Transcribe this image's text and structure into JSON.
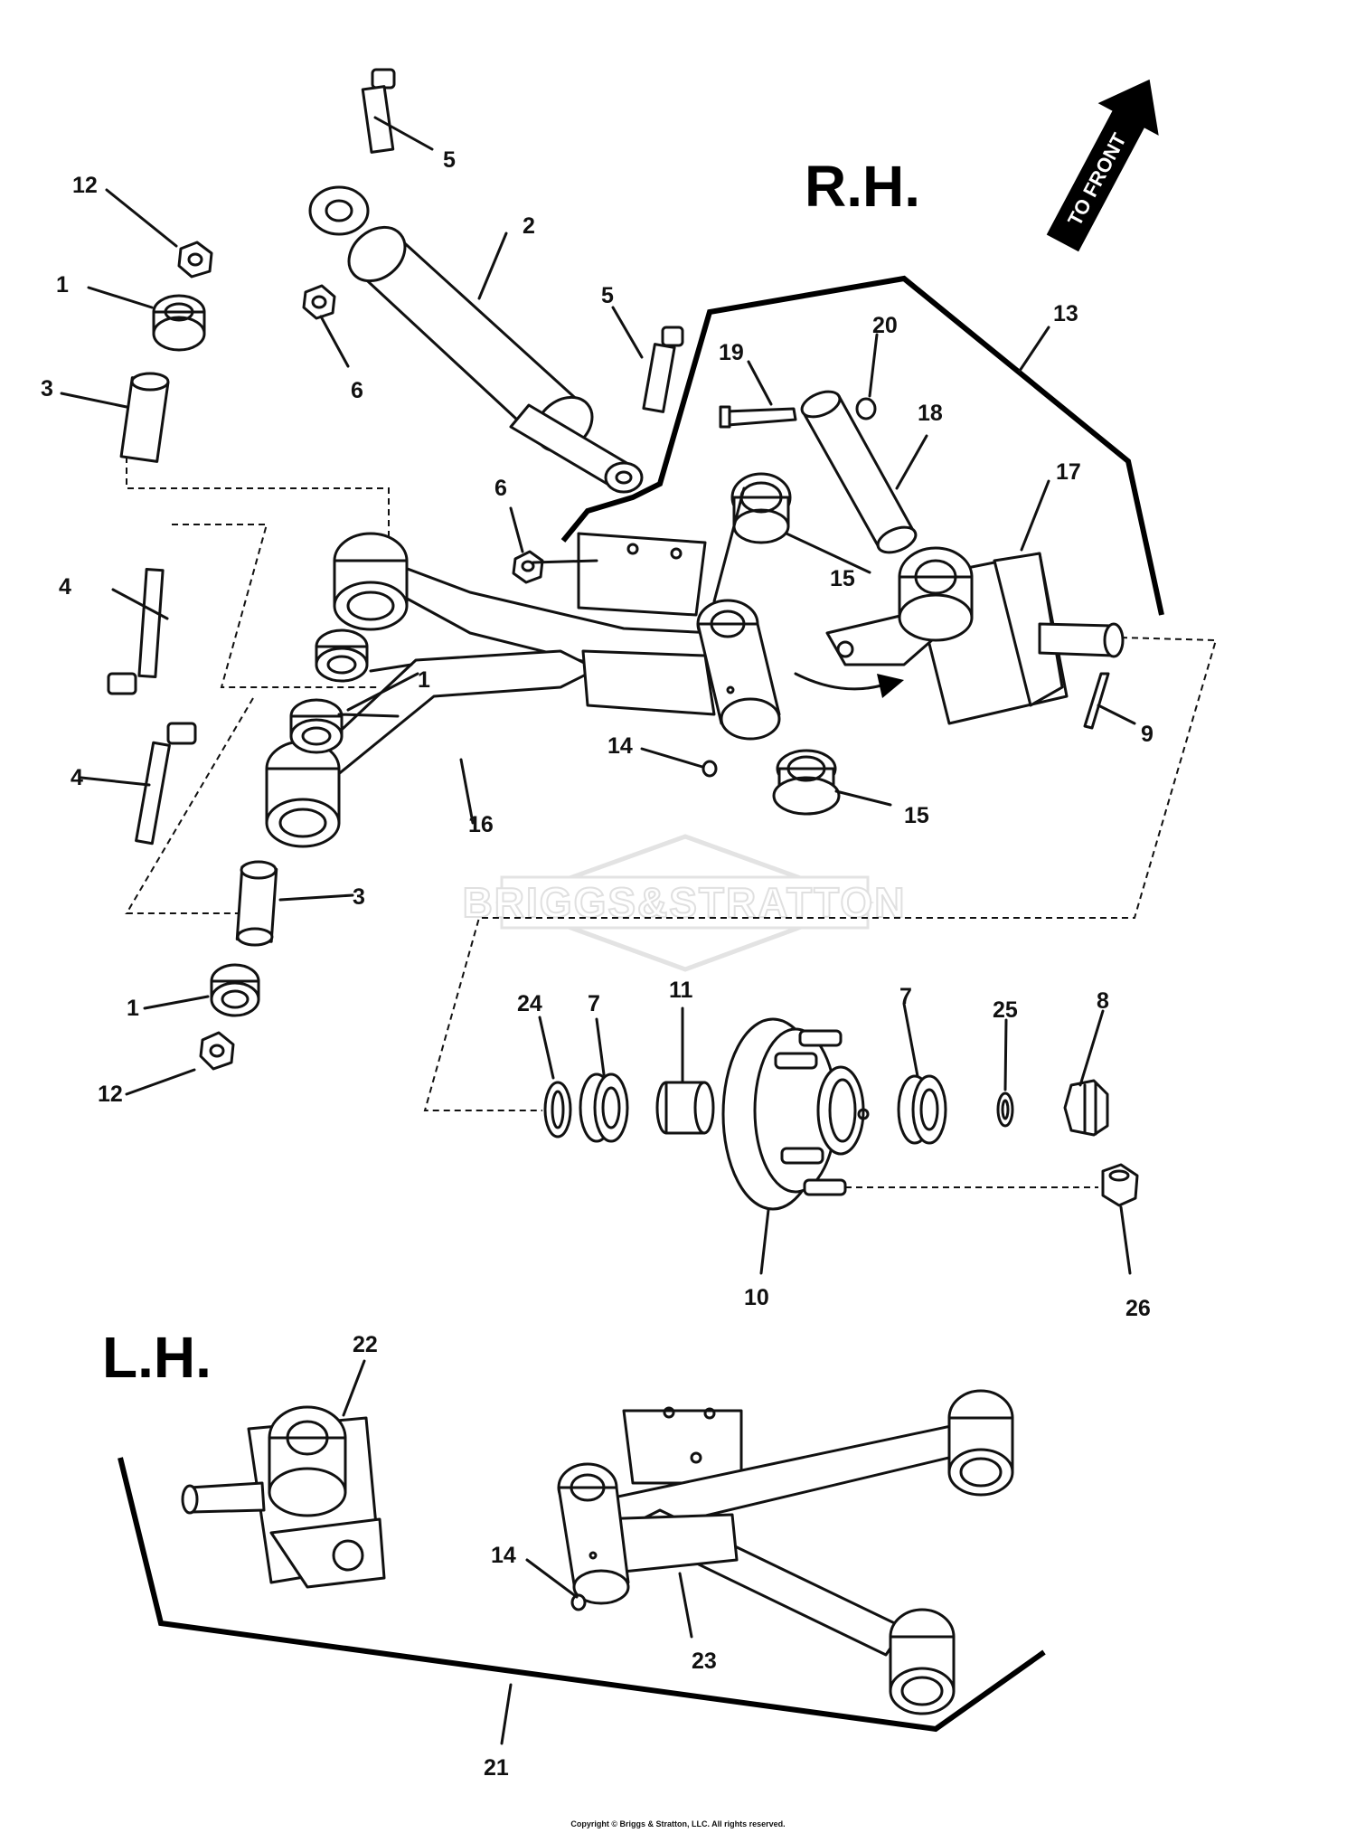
{
  "diagram": {
    "side_labels": {
      "right_hand": "R.H.",
      "left_hand": "L.H."
    },
    "front_arrow_text": "TO FRONT",
    "watermark": "BRIGGS&STRATTON",
    "copyright": "Copyright © Briggs & Stratton, LLC. All rights reserved.",
    "callouts": {
      "c1a": "1",
      "c1b": "1",
      "c1c": "1",
      "c2": "2",
      "c3a": "3",
      "c3b": "3",
      "c4a": "4",
      "c4b": "4",
      "c5a": "5",
      "c5b": "5",
      "c6a": "6",
      "c6b": "6",
      "c7a": "7",
      "c7b": "7",
      "c8": "8",
      "c9": "9",
      "c10": "10",
      "c11": "11",
      "c12a": "12",
      "c12b": "12",
      "c13": "13",
      "c14a": "14",
      "c14b": "14",
      "c15a": "15",
      "c15b": "15",
      "c16": "16",
      "c17": "17",
      "c18": "18",
      "c19": "19",
      "c20": "20",
      "c21": "21",
      "c22": "22",
      "c23": "23",
      "c24": "24",
      "c25": "25",
      "c26": "26"
    }
  }
}
